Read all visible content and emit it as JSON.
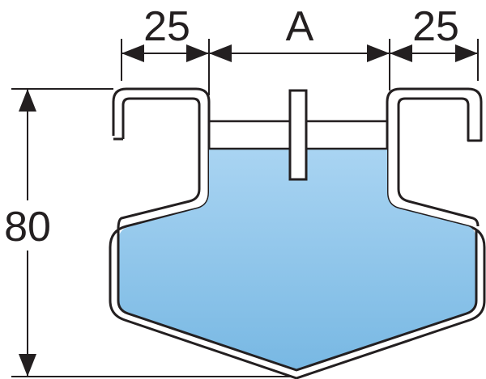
{
  "dimensions": {
    "left_flange": "25",
    "center_width": "A",
    "right_flange": "25",
    "height": "80"
  },
  "colors": {
    "water_top": "#a9d4f2",
    "water_bottom": "#78b8e3",
    "outline": "#231f20"
  }
}
